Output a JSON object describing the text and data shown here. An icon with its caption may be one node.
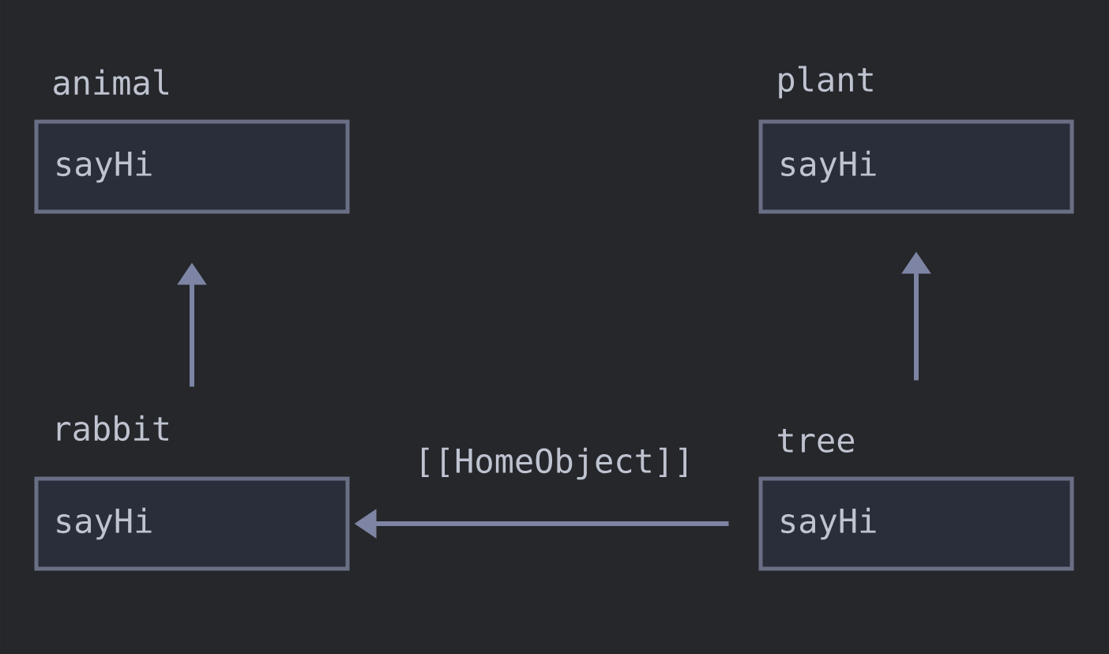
{
  "diagram": {
    "nodes": [
      {
        "text": [
          "animal",
          "sayHi"
        ]
      },
      {
        "text": [
          "plant",
          "sayHi"
        ]
      },
      {
        "text": [
          "rabbit",
          "sayHi"
        ]
      },
      {
        "text": [
          "tree",
          "sayHi"
        ]
      }
    ],
    "edges": [
      {
        "from": 2,
        "to": 0,
        "arrow": "to"
      },
      {
        "from": 3,
        "to": 1,
        "arrow": "to"
      },
      {
        "from": 3,
        "to": 2,
        "arrow": "to",
        "label": "[[HomeObject]]"
      }
    ]
  }
}
